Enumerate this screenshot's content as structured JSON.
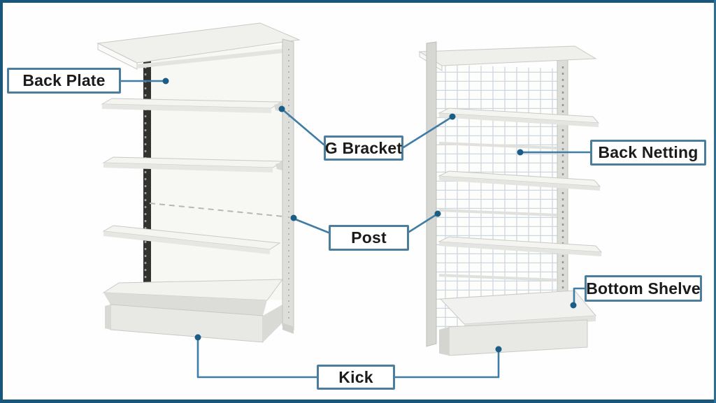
{
  "frame": {
    "edge_color": "#1a567a",
    "background": "#fefefe"
  },
  "callouts": {
    "line_color": "#3f7da7",
    "dot_color": "#1c5d85",
    "box_border_color": "#4b7d9d",
    "box_fill": "#ffffff",
    "text_color": "#1b1b1b",
    "labels": {
      "back_plate": "Back Plate",
      "g_bracket": "G Bracket",
      "post": "Post",
      "back_netting": "Back Netting",
      "bottom_shelve": "Bottom Shelve",
      "kick": "Kick"
    }
  },
  "illustrations": {
    "left_unit": "gondola shelving unit with solid back plate",
    "right_unit": "gondola shelving unit with wire back netting"
  }
}
